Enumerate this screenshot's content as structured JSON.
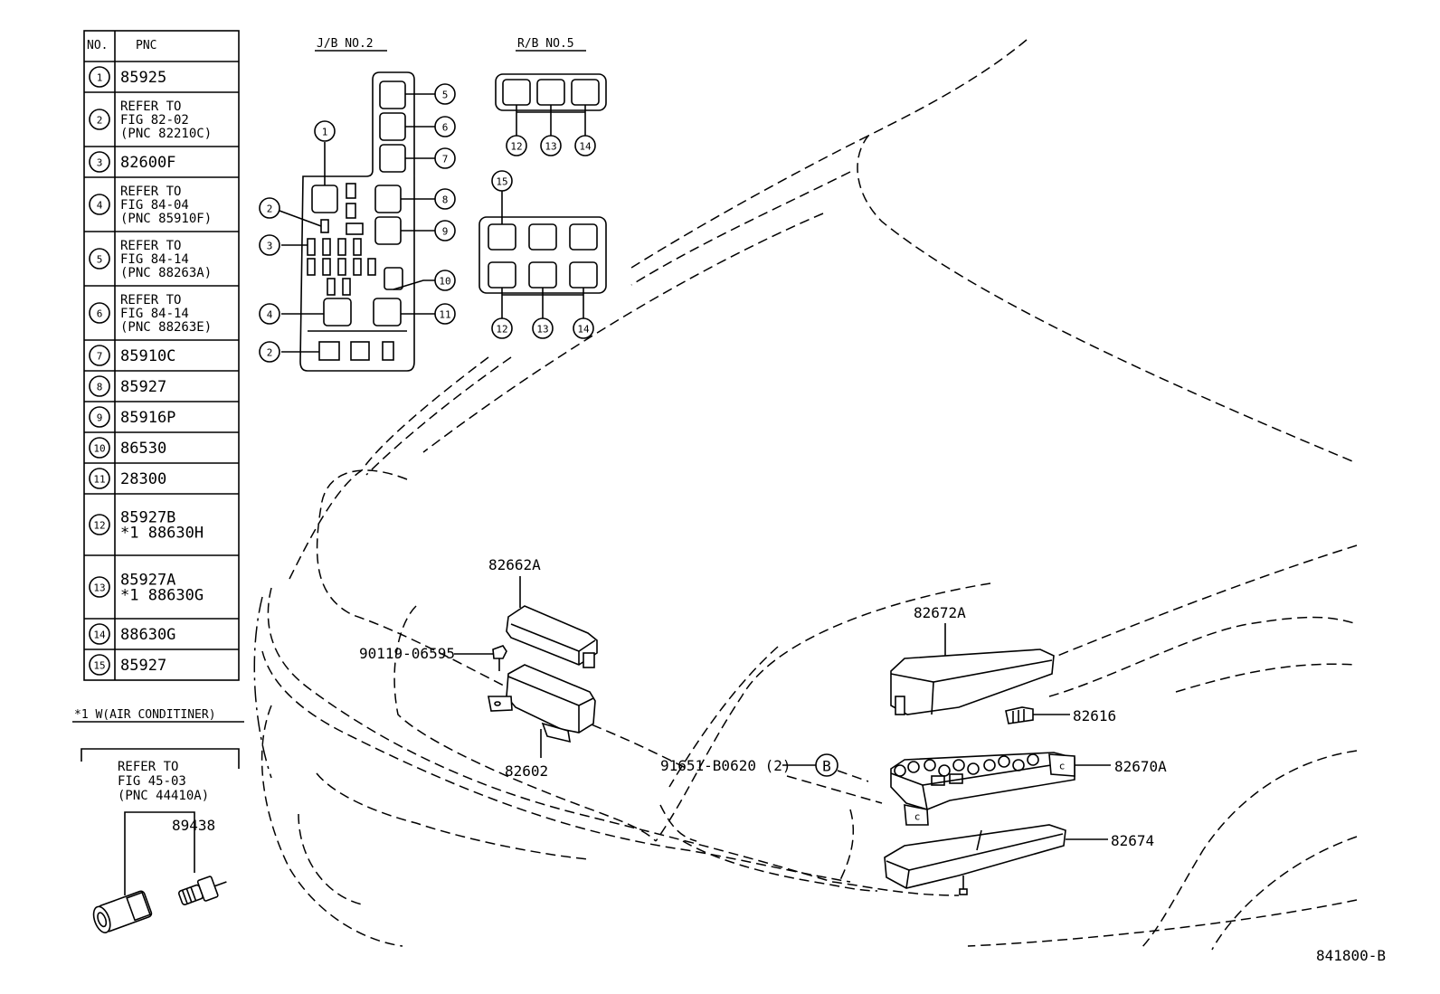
{
  "table": {
    "header": {
      "no": "NO.",
      "pnc": "PNC"
    },
    "rows": [
      {
        "no": "1",
        "lines": [
          "85925"
        ]
      },
      {
        "no": "2",
        "lines": [
          "REFER TO",
          "FIG 82-02",
          " (PNC 82210C)"
        ]
      },
      {
        "no": "3",
        "lines": [
          "82600F"
        ]
      },
      {
        "no": "4",
        "lines": [
          "REFER TO",
          "FIG 84-04",
          " (PNC 85910F)"
        ]
      },
      {
        "no": "5",
        "lines": [
          "REFER TO",
          "FIG 84-14",
          " (PNC 88263A)"
        ]
      },
      {
        "no": "6",
        "lines": [
          "REFER TO",
          "FIG 84-14",
          " (PNC 88263E)"
        ]
      },
      {
        "no": "7",
        "lines": [
          "85910C"
        ]
      },
      {
        "no": "8",
        "lines": [
          "85927"
        ]
      },
      {
        "no": "9",
        "lines": [
          "85916P"
        ]
      },
      {
        "no": "10",
        "lines": [
          "86530"
        ]
      },
      {
        "no": "11",
        "lines": [
          "28300"
        ]
      },
      {
        "no": "12",
        "lines": [
          "85927B",
          "*1 88630H"
        ]
      },
      {
        "no": "13",
        "lines": [
          "85927A",
          "*1 88630G"
        ]
      },
      {
        "no": "14",
        "lines": [
          "88630G"
        ]
      },
      {
        "no": "15",
        "lines": [
          "85927"
        ]
      }
    ]
  },
  "footnote": "*1 W(AIR CONDITINER)",
  "refer_box": [
    "REFER TO",
    "FIG 45-03",
    " (PNC 44410A)"
  ],
  "headers": {
    "jb": "J/B NO.2",
    "rb": "R/B NO.5"
  },
  "jb_callouts": [
    "1",
    "2",
    "3",
    "4",
    "2",
    "5",
    "6",
    "7",
    "8",
    "9",
    "10",
    "11"
  ],
  "rb_callouts": [
    "12",
    "13",
    "14",
    "15",
    "12",
    "13",
    "14"
  ],
  "labels": {
    "p89438": "89438",
    "p82662A": "82662A",
    "p90119": "90119-06595",
    "p82602": "82602",
    "p82672A": "82672A",
    "p82616": "82616",
    "p91651": "91651-B0620 (2)",
    "b_marker": "B",
    "p82670A": "82670A",
    "p82674": "82674",
    "fig_code": "841800-B"
  }
}
